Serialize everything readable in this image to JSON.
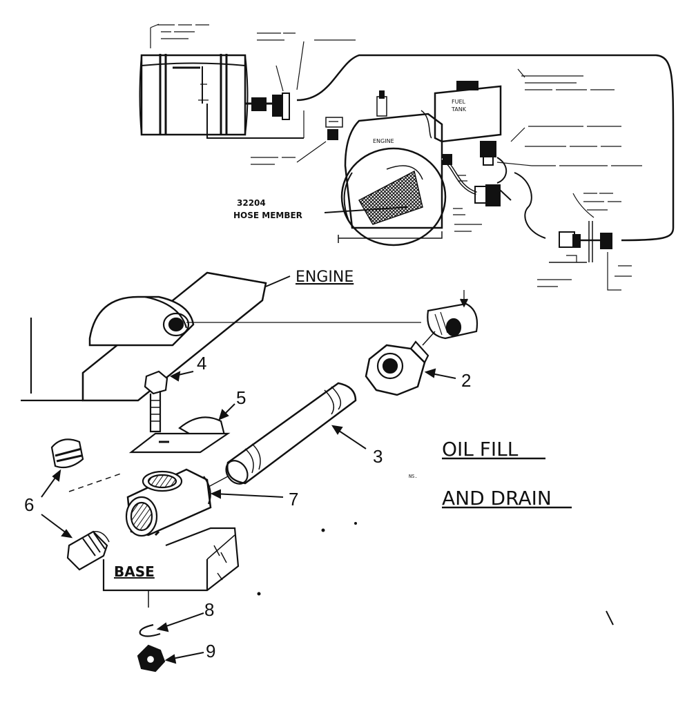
{
  "title_line1": "OIL FILL",
  "title_line2": "AND DRAIN",
  "engine_label": "ENGINE",
  "base_label": "BASE",
  "hose_label_1": "32204",
  "hose_label_2": "HOSE MEMBER",
  "fuel_tank_1": "FUEL",
  "fuel_tank_2": "TANK",
  "engine_small": "ENGINE",
  "ns": "NS.",
  "callouts": [
    "2",
    "3",
    "4",
    "5",
    "6",
    "7",
    "8",
    "9"
  ],
  "icons": {
    "engine": "engine-block-icon",
    "tank": "drum-icon",
    "pipe": "pipe-nipple-icon"
  },
  "colors": {
    "ink": "#111111",
    "paper": "#ffffff"
  }
}
